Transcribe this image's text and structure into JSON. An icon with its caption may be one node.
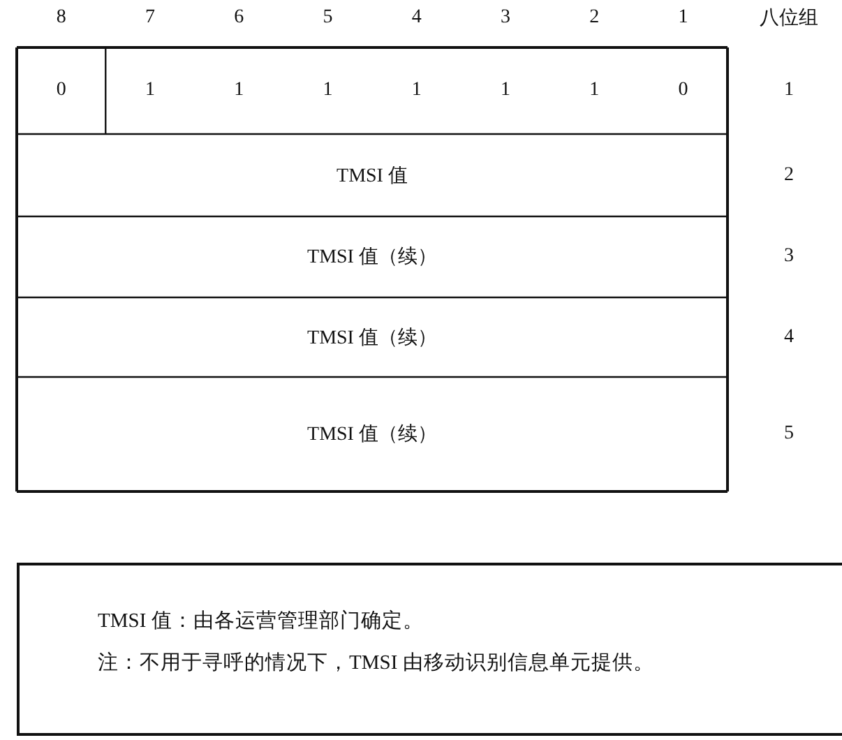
{
  "diagram": {
    "nodes": [
      {
        "text": [
          "TMSI 值：由各运营管理部门确定。",
          "注：不用于寻呼的情况下，TMSI 由移动识别信息单元提供。"
        ]
      }
    ],
    "edges": [],
    "labels": [
      "8",
      "7",
      "6",
      "5",
      "4",
      "3",
      "2",
      "1",
      "八位组",
      "0",
      "1",
      "1",
      "1",
      "1",
      "1",
      "1",
      "0",
      "1",
      "TMSI 值",
      "2",
      "TMSI 值（续）",
      "3",
      "TMSI 值（续）",
      "4",
      "TMSI 值（续）",
      "5"
    ]
  }
}
